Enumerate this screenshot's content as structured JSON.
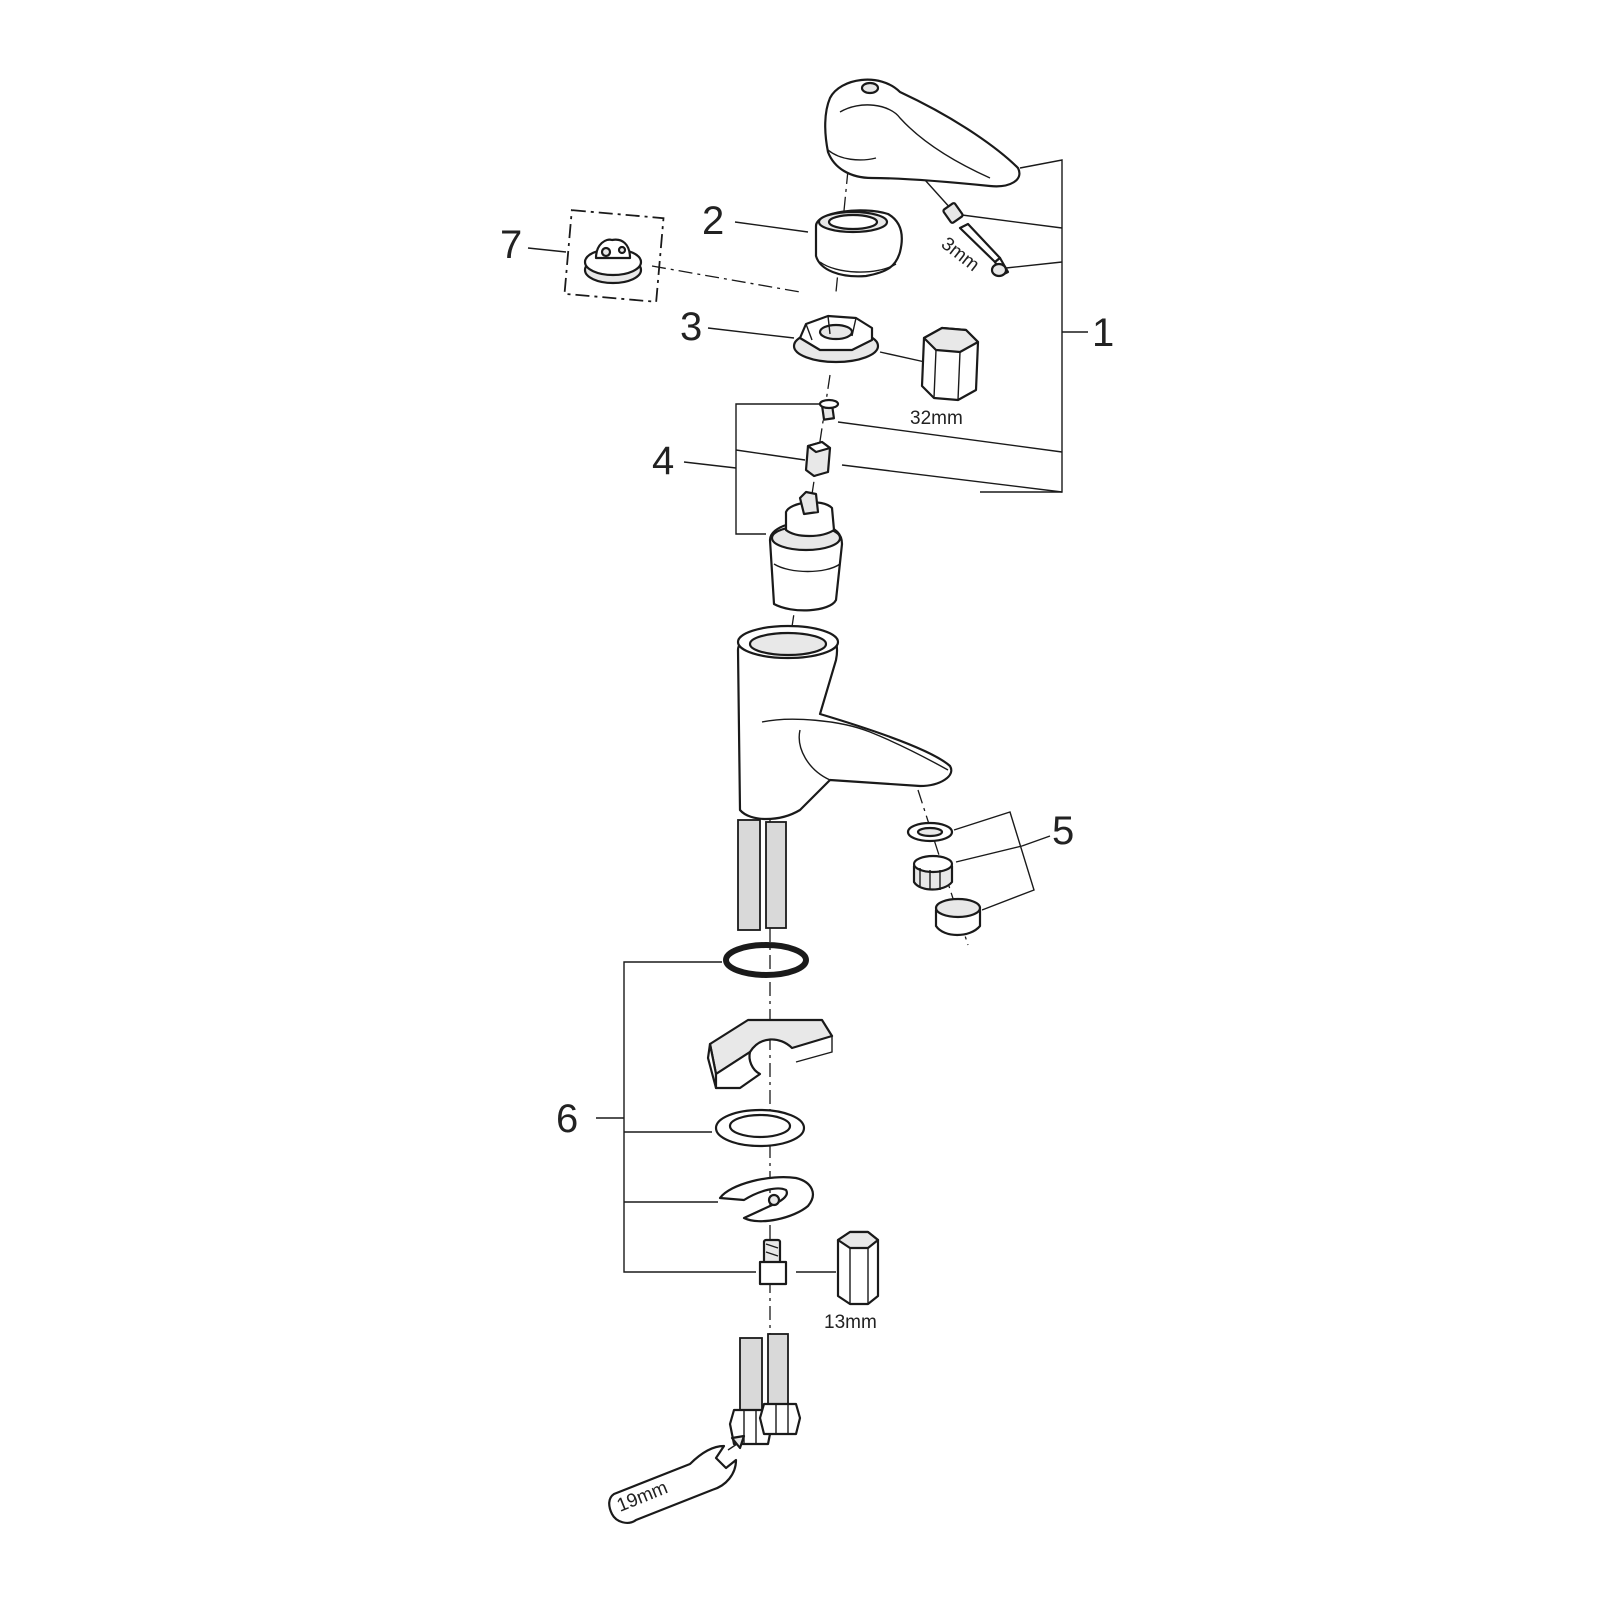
{
  "callouts": [
    {
      "id": "1",
      "label": "1"
    },
    {
      "id": "2",
      "label": "2"
    },
    {
      "id": "3",
      "label": "3"
    },
    {
      "id": "4",
      "label": "4"
    },
    {
      "id": "5",
      "label": "5"
    },
    {
      "id": "6",
      "label": "6"
    },
    {
      "id": "7",
      "label": "7"
    }
  ],
  "tool_sizes": {
    "hex_key": "3mm",
    "socket_large": "32mm",
    "socket_small": "13mm",
    "wrench": "19mm"
  },
  "icons": [
    "lever-handle-icon",
    "cap-icon",
    "nut-icon",
    "cartridge-icon",
    "faucet-body-icon",
    "aerator-icon",
    "gasket-icon",
    "hose-icon",
    "wrench-icon",
    "socket-icon"
  ]
}
